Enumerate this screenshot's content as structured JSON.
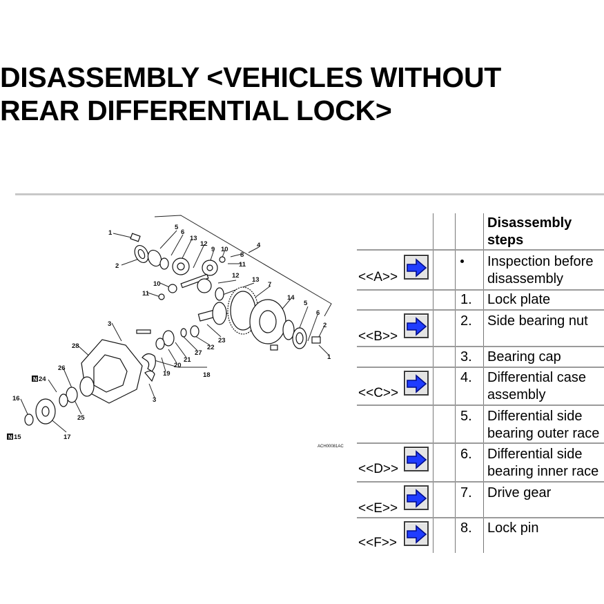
{
  "page": {
    "title_line1": "DISASSEMBLY <VEHICLES WITHOUT",
    "title_line2": "REAR DIFFERENTIAL LOCK>"
  },
  "diagram": {
    "code": "ACH00081AC",
    "callouts": [
      "1",
      "2",
      "3",
      "4",
      "5",
      "6",
      "7",
      "8",
      "9",
      "10",
      "11",
      "12",
      "13",
      "14",
      "15",
      "16",
      "17",
      "18",
      "19",
      "20",
      "21",
      "22",
      "23",
      "24",
      "25",
      "26",
      "27",
      "28"
    ],
    "n_tag": "N"
  },
  "steps_table": {
    "header": "Disassembly steps",
    "rows": [
      {
        "label": "<<A>>",
        "has_arrow": true,
        "num": "•",
        "text": [
          "Inspection before",
          "disassembly"
        ]
      },
      {
        "label": "",
        "has_arrow": false,
        "num": "1.",
        "text": [
          "Lock plate"
        ]
      },
      {
        "label": "<<B>>",
        "has_arrow": true,
        "num": "2.",
        "text": [
          "Side bearing nut"
        ]
      },
      {
        "label": "",
        "has_arrow": false,
        "num": "3.",
        "text": [
          "Bearing cap"
        ]
      },
      {
        "label": "<<C>>",
        "has_arrow": true,
        "num": "4.",
        "text": [
          "Differential case",
          "assembly"
        ]
      },
      {
        "label": "",
        "has_arrow": false,
        "num": "5.",
        "text": [
          "Differential side",
          "bearing outer race"
        ]
      },
      {
        "label": "<<D>>",
        "has_arrow": true,
        "num": "6.",
        "text": [
          "Differential side",
          "bearing inner race"
        ]
      },
      {
        "label": "<<E>>",
        "has_arrow": true,
        "num": "7.",
        "text": [
          "Drive gear"
        ]
      },
      {
        "label": "<<F>>",
        "has_arrow": true,
        "num": "8.",
        "text": [
          "Lock pin"
        ]
      }
    ]
  },
  "colors": {
    "arrow_fill": "#1f3cff",
    "arrow_edge": "#000c8a",
    "button_face": "#e4e4e4",
    "rule": "#c8c8c8"
  },
  "icons": {
    "step_link": "right-arrow-icon"
  }
}
